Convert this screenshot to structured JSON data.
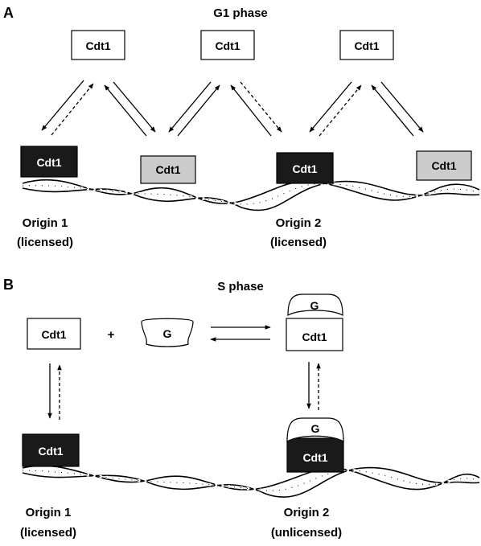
{
  "panel_a": {
    "letter": "A",
    "phase_title": "G1 phase",
    "free_cdt1": [
      "Cdt1",
      "Cdt1",
      "Cdt1"
    ],
    "bound_boxes": [
      {
        "label": "Cdt1",
        "style": "black"
      },
      {
        "label": "Cdt1",
        "style": "gray"
      },
      {
        "label": "Cdt1",
        "style": "black"
      },
      {
        "label": "Cdt1",
        "style": "gray"
      }
    ],
    "origin1": {
      "name": "Origin 1",
      "status": "(licensed)"
    },
    "origin2": {
      "name": "Origin 2",
      "status": "(licensed)"
    }
  },
  "panel_b": {
    "letter": "B",
    "phase_title": "S phase",
    "free_cdt1": "Cdt1",
    "plus": "+",
    "geminin": "G",
    "complex": {
      "cdt1": "Cdt1",
      "geminin": "G"
    },
    "bound_origin1": "Cdt1",
    "bound_origin2": {
      "cdt1": "Cdt1",
      "geminin": "G"
    },
    "origin1": {
      "name": "Origin 1",
      "status": "(licensed)"
    },
    "origin2": {
      "name": "Origin 2",
      "status": "(unlicensed)"
    }
  },
  "colors": {
    "ink": "#000000",
    "black_box": "#1a1a1a",
    "gray_box": "#cccccc",
    "white_box": "#ffffff"
  }
}
